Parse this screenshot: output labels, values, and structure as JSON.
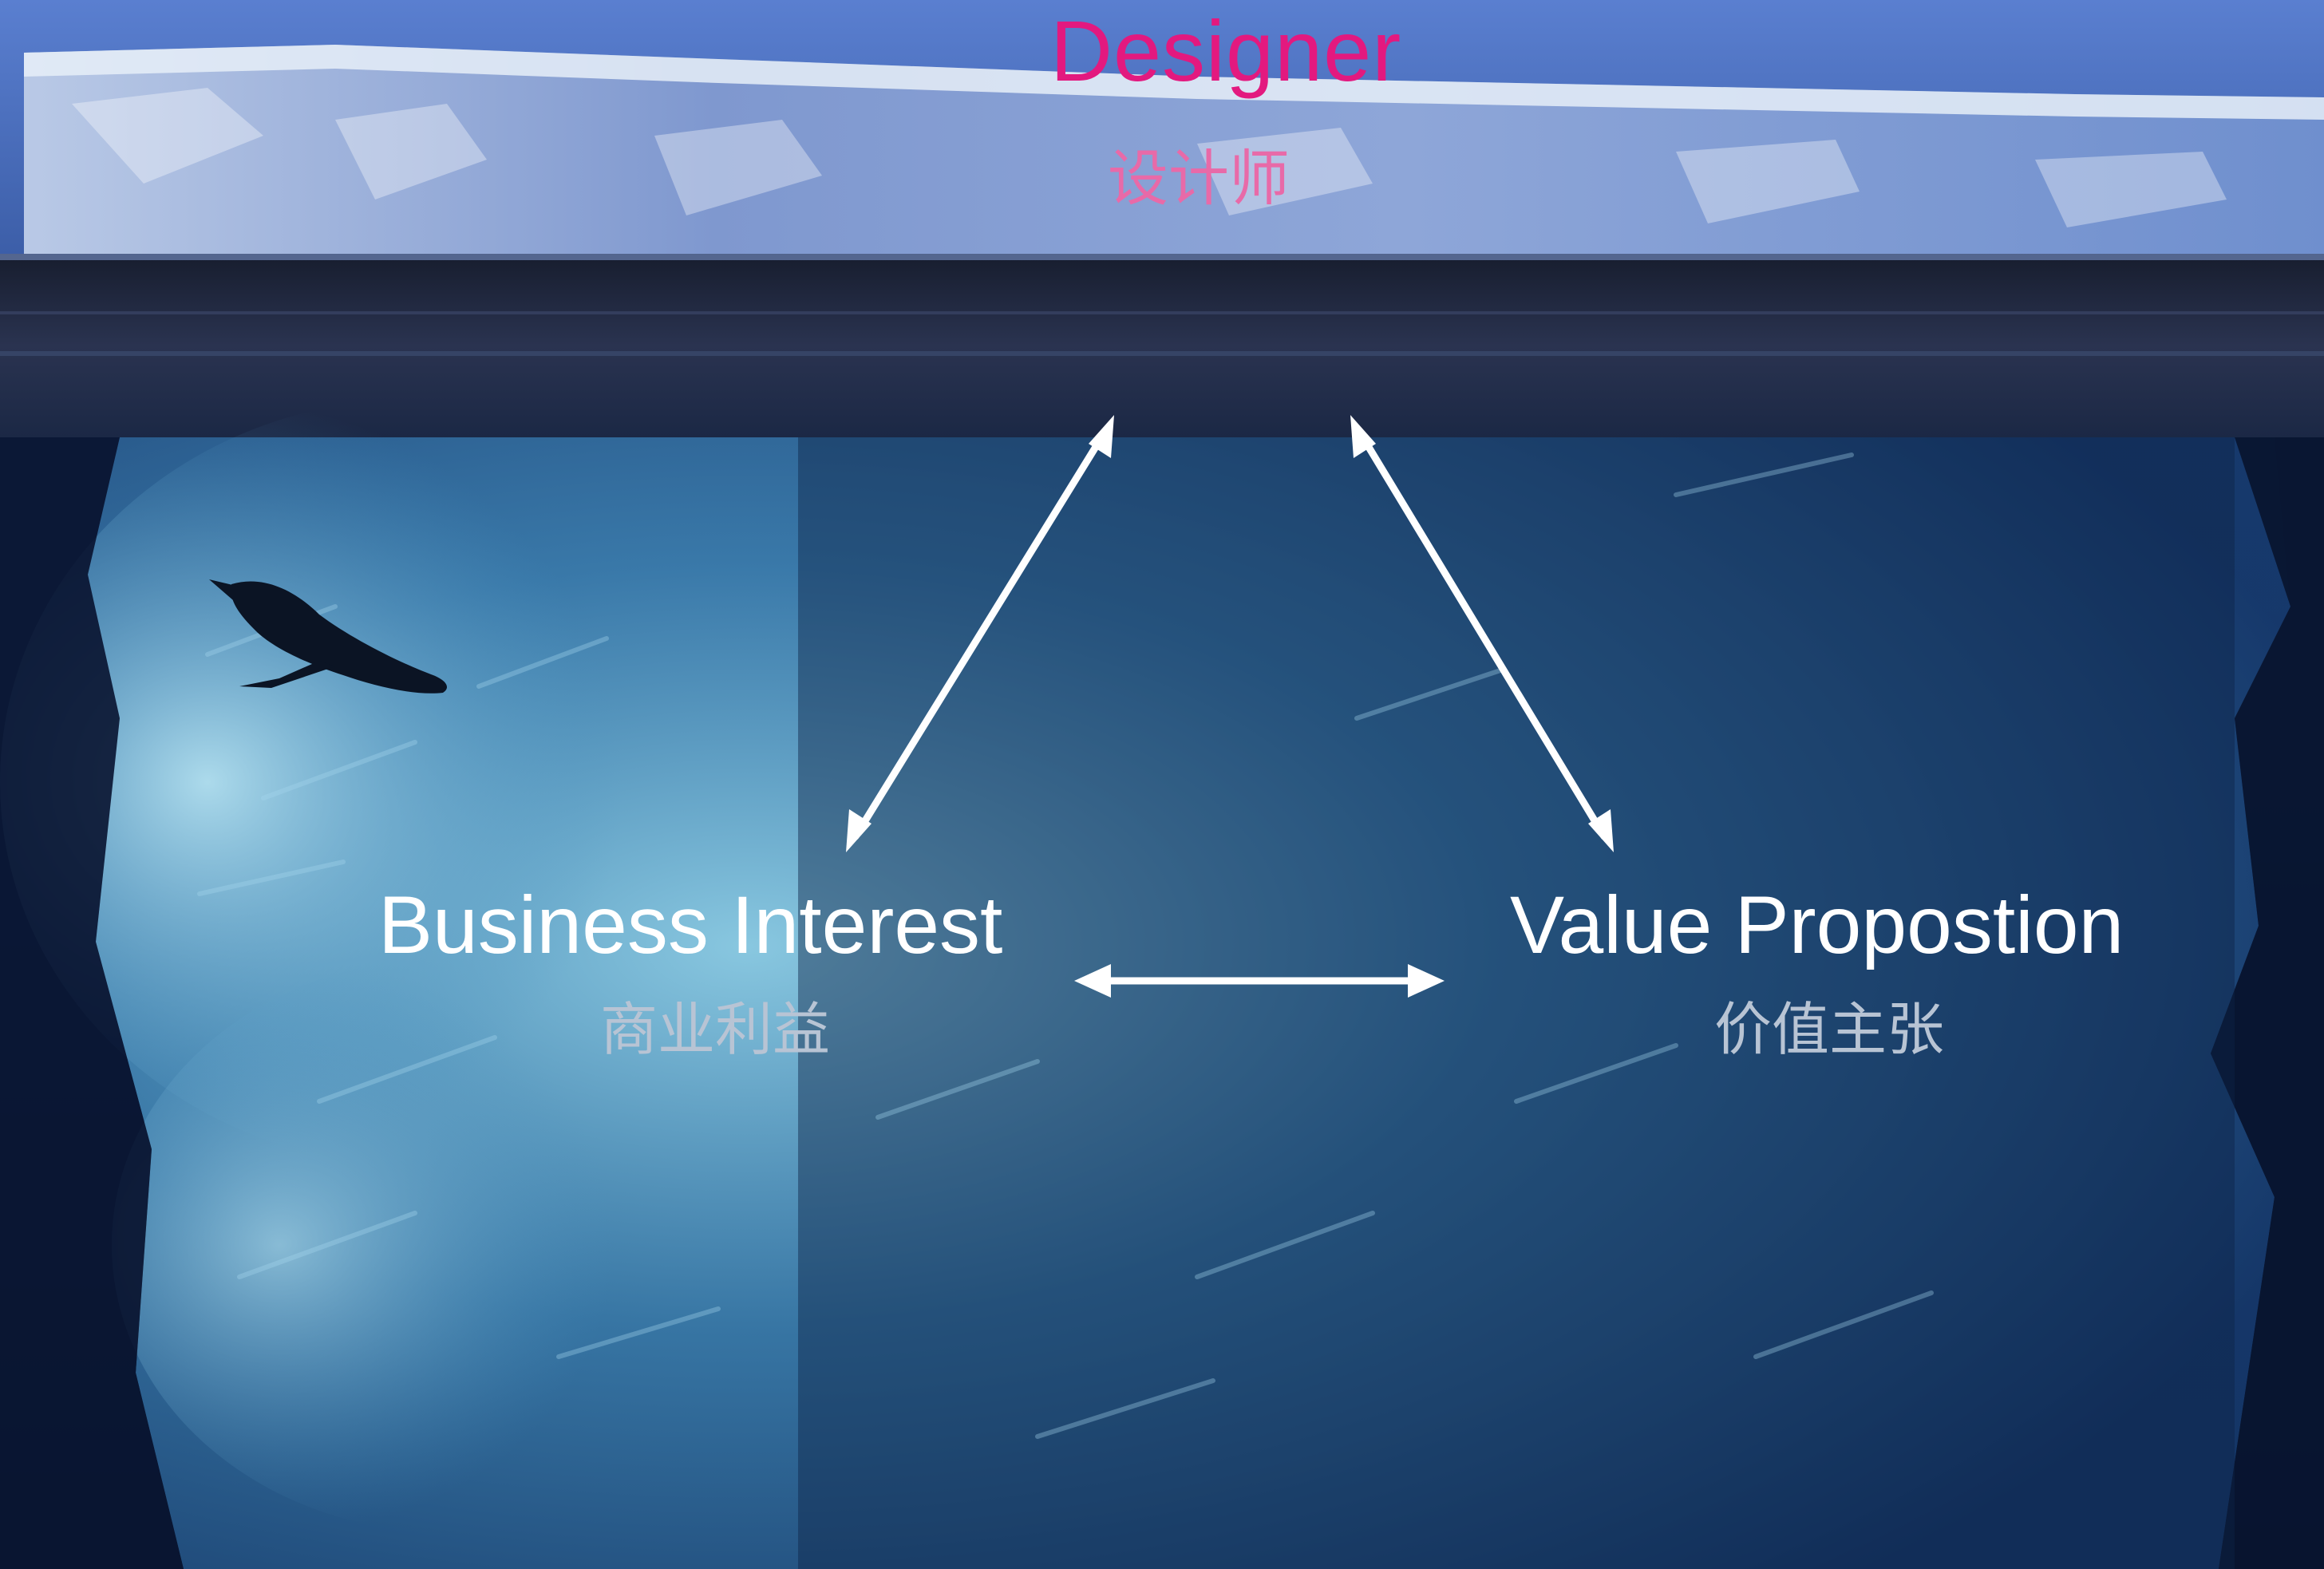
{
  "colors": {
    "designer": "#e3197f",
    "designer_sub": "#e86aa8",
    "node_title": "#ffffff",
    "node_sub": "#b8c4d4",
    "arrow": "#ffffff",
    "sky": "#4f74c8",
    "deep_water": "#0d2447",
    "ice_light": "#9fd0e6"
  },
  "nodes": {
    "designer": {
      "title": "Designer",
      "subtitle": "设计师"
    },
    "business": {
      "title": "Business Interest",
      "subtitle": "商业利益"
    },
    "value": {
      "title": "Value Propostion",
      "subtitle": "价值主张"
    }
  },
  "edges": [
    {
      "from": "designer",
      "to": "business",
      "style": "double-arrow"
    },
    {
      "from": "designer",
      "to": "value",
      "style": "double-arrow"
    },
    {
      "from": "business",
      "to": "value",
      "style": "double-arrow"
    }
  ],
  "background": {
    "scene": "iceberg",
    "figure_icon": "whale-icon"
  }
}
